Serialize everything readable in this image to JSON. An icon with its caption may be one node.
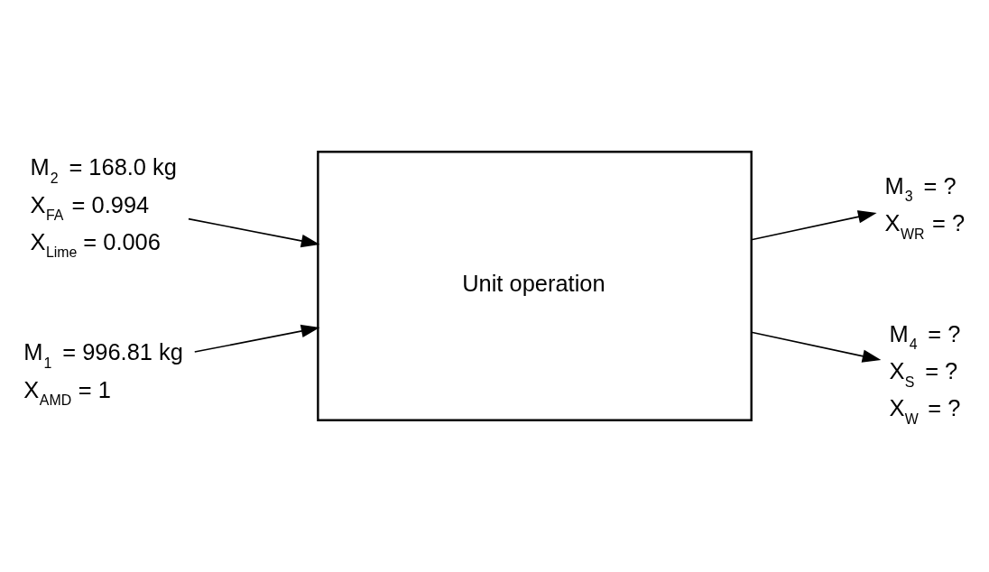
{
  "diagram": {
    "nodes": [
      {
        "text": [
          "Unit operation"
        ]
      },
      {
        "text": [
          "M$_{2}$ = 168.0 kg",
          "X$_{FA}$ = 0.994",
          "X$_{Lime}$ = 0.006"
        ]
      },
      {
        "text": [
          "M$_{1}$ = 996.81 kg",
          "X$_{AMD}$ = 1"
        ]
      },
      {
        "text": [
          "M$_{3}$ = ?",
          "X$_{WR}$ = ?"
        ]
      },
      {
        "text": [
          "M$_{4}$ = ?",
          "X$_{S}$ = ?",
          "X$_{W}$ = ?"
        ]
      }
    ],
    "edges": [
      {
        "from": 1,
        "to": 0,
        "arrow": "to"
      },
      {
        "from": 2,
        "to": 0,
        "arrow": "to"
      },
      {
        "from": 0,
        "to": 3,
        "arrow": "to"
      },
      {
        "from": 0,
        "to": 4,
        "arrow": "to"
      }
    ]
  }
}
